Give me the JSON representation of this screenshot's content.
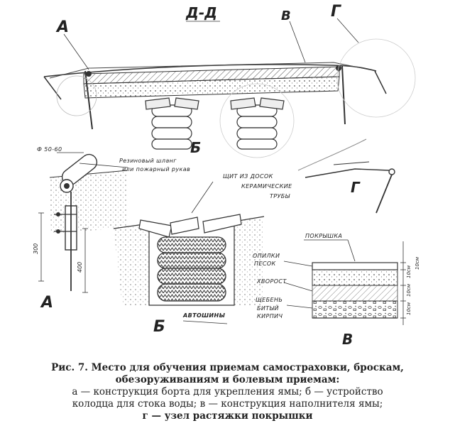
{
  "labels": {
    "section": "Д-Д",
    "a_top": "А",
    "v_top": "В",
    "g_top": "Г",
    "b_mid": "Б",
    "diameter": "Ф 50-60",
    "hose_1": "Резиновый шланг",
    "hose_2": "или пожарный рукав",
    "shield_1": "ЩИТ ИЗ ДОСОК",
    "shield_2": "КЕРАМИЧЕСКИЕ",
    "shield_3": "ТРУБЫ",
    "g_right": "Г",
    "a_bottom": "А",
    "b_bottom": "Б",
    "v_bottom": "В",
    "tires": "АВТОШИНЫ",
    "pokryshka": "ПОКРЫШКА",
    "opilki": "ОПИЛКИ",
    "pesok": "ПЕСОК",
    "khvorost": "ХВОРОСТ",
    "shcheben": "ЩЕБЕНЬ",
    "kirpich_1": "БИТЫЙ",
    "kirpich_2": "КИРПИЧ",
    "dim_300": "300",
    "dim_400": "400",
    "dim_10_1": "10см",
    "dim_10_2": "10см",
    "dim_10_3": "10см",
    "dim_10_4": "10см"
  },
  "caption": {
    "title_line1": "Рис. 7. Место для обучения приемам самостраховки, броскам,",
    "title_line2": "обезоруживаниям и болевым приемам:",
    "line3": "а — конструкция борта для укрепления ямы; б — устройство",
    "line4": "колодца для стока воды; в — конструкция наполнителя ямы;",
    "line5": "г — узел растяжки покрышки"
  }
}
